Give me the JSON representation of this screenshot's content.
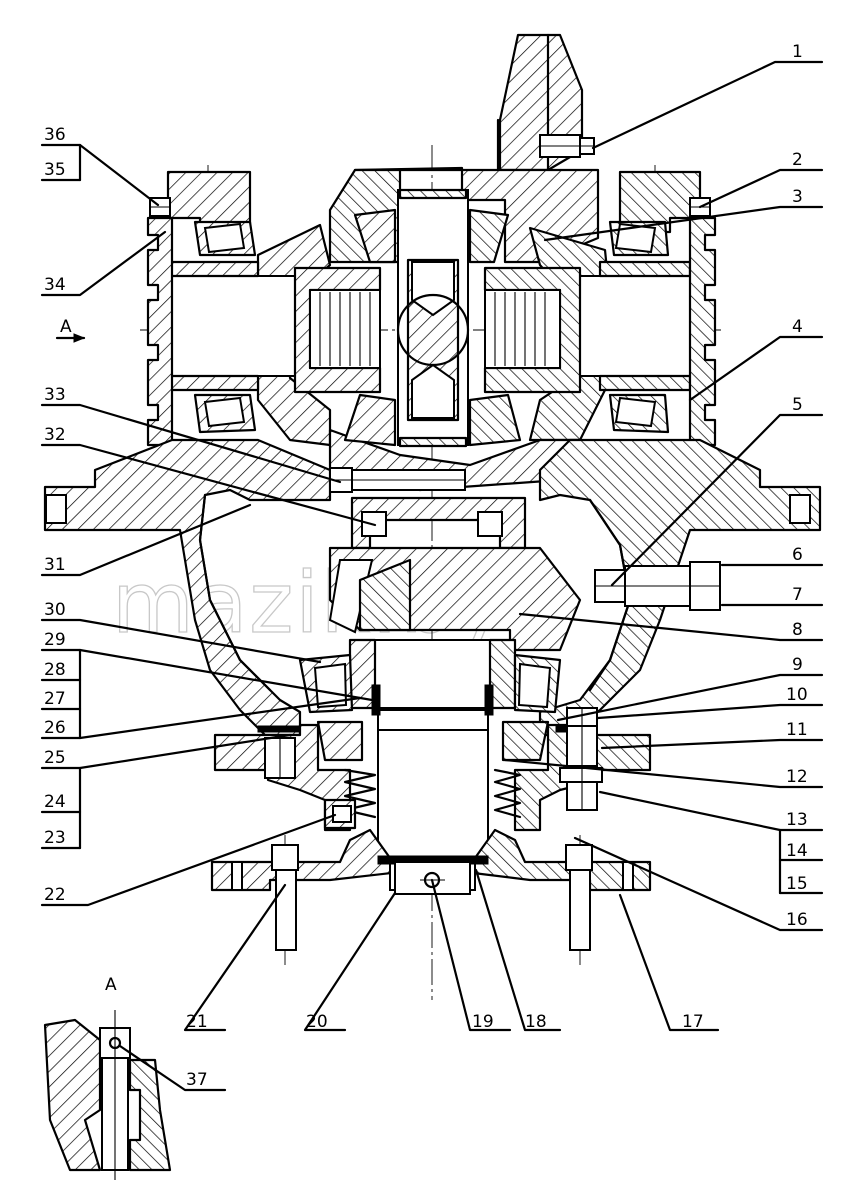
{
  "view_label": "A",
  "watermark": "mazik.by",
  "callouts": [
    {
      "id": "1",
      "label": "1"
    },
    {
      "id": "2",
      "label": "2"
    },
    {
      "id": "3",
      "label": "3"
    },
    {
      "id": "4",
      "label": "4"
    },
    {
      "id": "5",
      "label": "5"
    },
    {
      "id": "6",
      "label": "6"
    },
    {
      "id": "7",
      "label": "7"
    },
    {
      "id": "8",
      "label": "8"
    },
    {
      "id": "9",
      "label": "9"
    },
    {
      "id": "10",
      "label": "10"
    },
    {
      "id": "11",
      "label": "11"
    },
    {
      "id": "12",
      "label": "12"
    },
    {
      "id": "13",
      "label": "13"
    },
    {
      "id": "14",
      "label": "14"
    },
    {
      "id": "15",
      "label": "15"
    },
    {
      "id": "16",
      "label": "16"
    },
    {
      "id": "17",
      "label": "17"
    },
    {
      "id": "18",
      "label": "18"
    },
    {
      "id": "19",
      "label": "19"
    },
    {
      "id": "20",
      "label": "20"
    },
    {
      "id": "21",
      "label": "21"
    },
    {
      "id": "22",
      "label": "22"
    },
    {
      "id": "23",
      "label": "23"
    },
    {
      "id": "24",
      "label": "24"
    },
    {
      "id": "25",
      "label": "25"
    },
    {
      "id": "26",
      "label": "26"
    },
    {
      "id": "27",
      "label": "27"
    },
    {
      "id": "28",
      "label": "28"
    },
    {
      "id": "29",
      "label": "29"
    },
    {
      "id": "30",
      "label": "30"
    },
    {
      "id": "31",
      "label": "31"
    },
    {
      "id": "32",
      "label": "32"
    },
    {
      "id": "33",
      "label": "33"
    },
    {
      "id": "34",
      "label": "34"
    },
    {
      "id": "35",
      "label": "35"
    },
    {
      "id": "36",
      "label": "36"
    },
    {
      "id": "37",
      "label": "37"
    }
  ]
}
